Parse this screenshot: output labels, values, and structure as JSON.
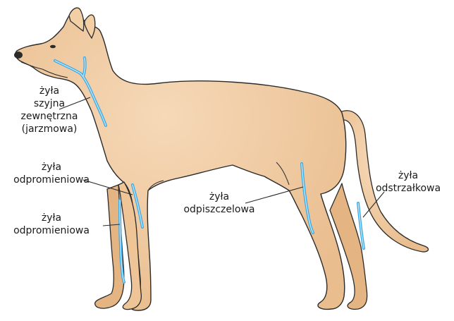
{
  "labels": {
    "jugular": [
      "żyła",
      "szyjna",
      "zewnętrzna",
      "(jarzmowa)"
    ],
    "cephalic_upper": [
      "żyła",
      "odpromieniowa"
    ],
    "cephalic_lower": [
      "żyła",
      "odpromieniowa"
    ],
    "saphenous": [
      "żyła",
      "odpiszczelowa"
    ],
    "fibular": [
      "żyła",
      "odstrzałkowa"
    ]
  },
  "colors": {
    "body_fill": "#f0c9a0",
    "body_shade": "#e6b887",
    "outline": "#2b2b2b",
    "vein": "#3aa9e6",
    "vein_core": "#bfe6fb",
    "leader": "#2b2b2b"
  }
}
